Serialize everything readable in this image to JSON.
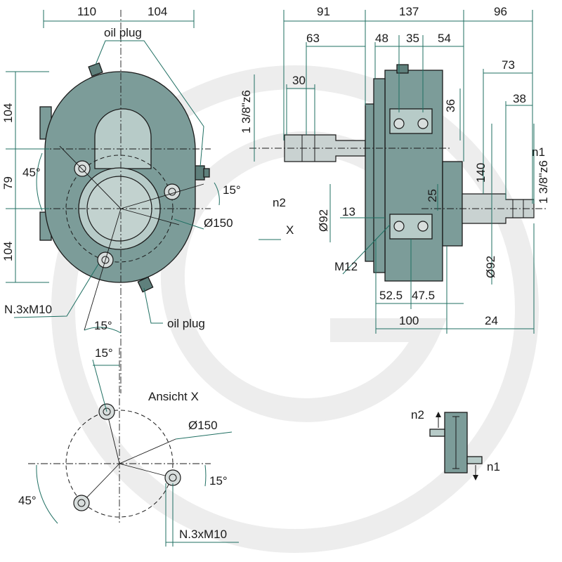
{
  "labels": {
    "oil_plug_top": "oil plug",
    "oil_plug_bottom": "oil plug",
    "ansicht_x": "Ansicht X",
    "x_marker": "X",
    "n1": "n1",
    "n2": "n2",
    "m12": "M12",
    "bolts_front": "N.3xM10",
    "bolts_view": "N.3xM10",
    "dia150_front": "Ø150",
    "dia150_view": "Ø150",
    "dia92_left": "Ø92",
    "dia92_right": "Ø92",
    "spline_left": "1 3/8\"z6",
    "spline_right": "1 3/8\"z6",
    "legend_n2": "n2",
    "legend_n1": "n1"
  },
  "dims": {
    "d110": "110",
    "d104_top": "104",
    "d104_left_top": "104",
    "d79": "79",
    "d104_left_bottom": "104",
    "a45_front": "45°",
    "a15_front_right": "15°",
    "a15_front_bottom": "15°",
    "a15_view_top": "15°",
    "a15_view_right": "15°",
    "a45_view": "45°",
    "d91": "91",
    "d137": "137",
    "d96": "96",
    "d63": "63",
    "d48": "48",
    "d35": "35",
    "d54": "54",
    "d30": "30",
    "d73": "73",
    "d38": "38",
    "d36": "36",
    "d140": "140",
    "d25": "25",
    "d13": "13",
    "d52_5": "52.5",
    "d47_5": "47.5",
    "d100": "100",
    "d24": "24"
  },
  "colors": {
    "body": "#7c9c99",
    "body_dark": "#5f807c",
    "body_light": "#b7cbc8",
    "dimension_line": "#1f6f62",
    "watermark": "#ececec"
  }
}
